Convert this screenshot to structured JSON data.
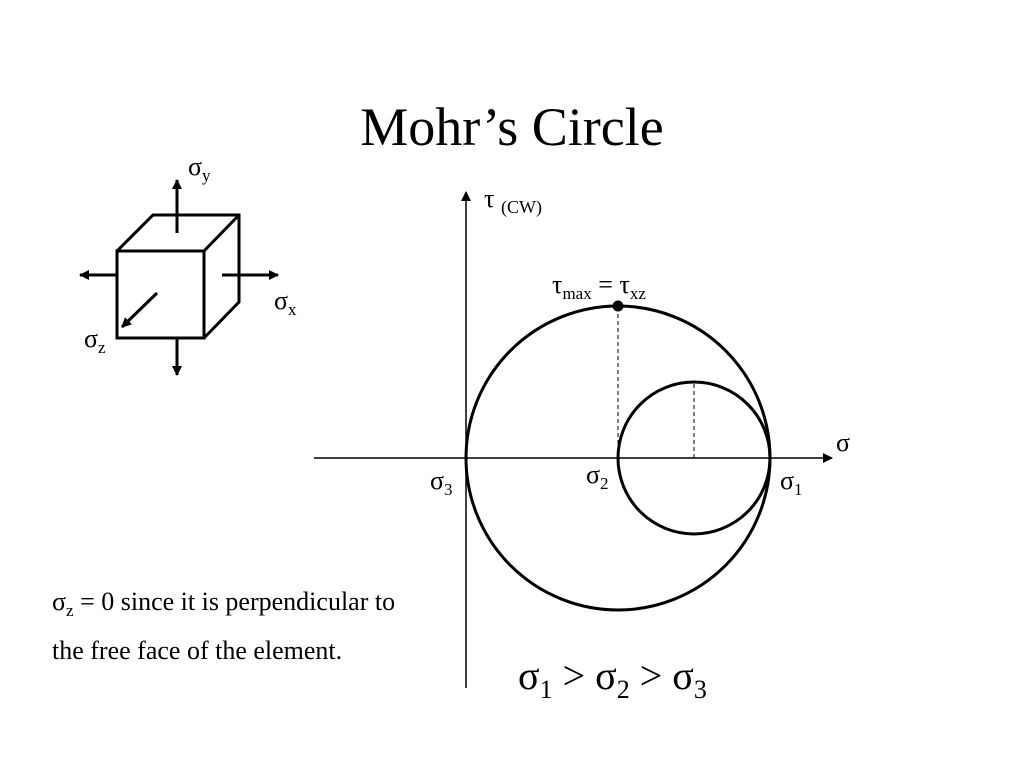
{
  "title": "Mohr’s Circle",
  "axes": {
    "tau": {
      "symbol": "τ",
      "note": "(CW)"
    },
    "sigma": {
      "symbol": "σ"
    }
  },
  "tau_max": {
    "main": "τ",
    "main_sub": "max",
    "eq": " = ",
    "rhs": "τ",
    "rhs_sub": "xz"
  },
  "points": {
    "sigma3": {
      "symbol": "σ",
      "sub": "3"
    },
    "sigma2": {
      "symbol": "σ",
      "sub": "2"
    },
    "sigma1": {
      "symbol": "σ",
      "sub": "1"
    }
  },
  "cube": {
    "sigma_y": {
      "symbol": "σ",
      "sub": "y"
    },
    "sigma_x": {
      "symbol": "σ",
      "sub": "x"
    },
    "sigma_z": {
      "symbol": "σ",
      "sub": "z"
    }
  },
  "note": {
    "symbol": "σ",
    "sub": "z",
    "text": " = 0 since it is perpendicular to the free face of the element."
  },
  "inequality": {
    "s1": "σ",
    "s1_sub": "1",
    "gt1": " > ",
    "s2": "σ",
    "s2_sub": "2",
    "gt2": " > ",
    "s3": "σ",
    "s3_sub": "3"
  },
  "stresses": {
    "sigma1": 1,
    "sigma2": 0.5,
    "sigma3": 0
  }
}
